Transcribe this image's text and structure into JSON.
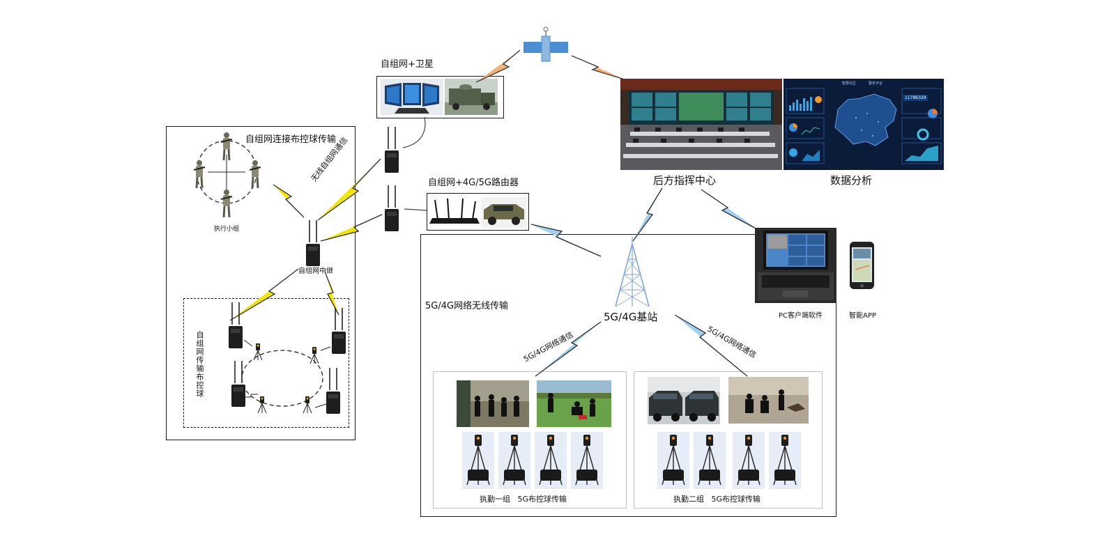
{
  "labels": {
    "satellite_mesh": "自组网+卫星",
    "mesh_ball_transfer": "自组网连接布控球传输",
    "wireless_mesh_comm": "无线自组网通信",
    "team": "执行小组",
    "mesh_relay": "自组网中继",
    "mesh_ball_vertical": "自组网传输布控球",
    "router_mesh": "自组网+4G/5G路由器",
    "command_center": "后方指挥中心",
    "data_analysis": "数据分析",
    "network_wireless": "5G/4G网络无线传输",
    "base_station": "5G/4G基站",
    "net_comm_left": "5G/4G网络通信",
    "net_comm_right": "5G/4G网络通信",
    "pc_client": "PC客户端软件",
    "smart_app": "智能APP",
    "group1_caption": "执勤一组   5G布控球传输",
    "group2_caption": "执勤二组   5G布控球传输"
  },
  "dashboard": {
    "header_left": "智慧社区",
    "header_right": "警务平台",
    "counter": "11786329"
  },
  "colors": {
    "lightning_yellow": "#f2e600",
    "lightning_blue": "#9fd0ef",
    "lightning_orange": "#f7b27a",
    "satellite_blue": "#4a8fd4",
    "tower_blue": "#7fa7d6"
  },
  "icons": [
    "satellite-icon",
    "radio-relay-icon",
    "soldier-icon",
    "ptz-camera-tripod-icon",
    "cell-tower-icon",
    "router-icon",
    "laptop-icon",
    "phone-icon",
    "lightning-icon"
  ]
}
